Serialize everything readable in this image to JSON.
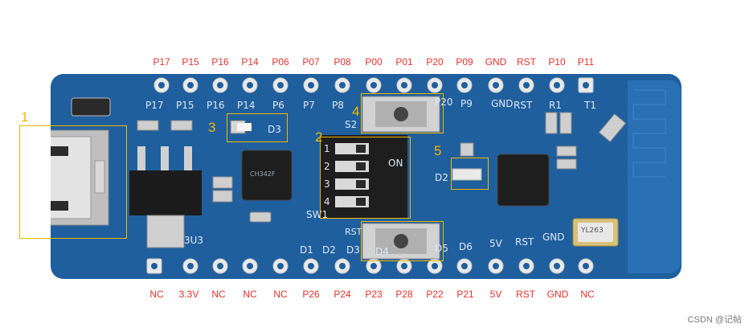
{
  "top_pins": [
    "P17",
    "P15",
    "P16",
    "P14",
    "P06",
    "P07",
    "P08",
    "P00",
    "P01",
    "P20",
    "P09",
    "GND",
    "RST",
    "P10",
    "P11"
  ],
  "bottom_pins": [
    "NC",
    "3.3V",
    "NC",
    "NC",
    "NC",
    "P26",
    "P24",
    "P23",
    "P28",
    "P22",
    "P21",
    "5V",
    "RST",
    "GND",
    "NC"
  ],
  "silkscreen": {
    "top_row": [
      "P17",
      "P15",
      "P16",
      "P14",
      "P6",
      "P7",
      "P8"
    ],
    "p20": "P20",
    "p9": "P9",
    "gnd": "GND",
    "rst": "RST",
    "r1": "R1",
    "t1": "T1",
    "d3": "D3",
    "s2": "S2",
    "d2": "D2",
    "sw1": "SW1",
    "on": "ON",
    "dip_numbers": [
      "1",
      "2",
      "3",
      "4"
    ],
    "u3": "3U3",
    "d1": "D1",
    "d2b": "D2",
    "d3b": "D3",
    "d4": "D4",
    "d5": "D5",
    "d6": "D6",
    "rst_bottom": "RST",
    "v5": "5V",
    "gnd_bottom": "GND",
    "rst_btn": "RST",
    "chip_ch": "CH342F",
    "crystal": "YL263"
  },
  "callouts": [
    "1",
    "2",
    "3",
    "4",
    "5"
  ],
  "footer": "CSDN @记帖",
  "colors": {
    "pcb": "#1f5f9e",
    "pin_label": "#e8322a",
    "callout": "#f2b800"
  }
}
